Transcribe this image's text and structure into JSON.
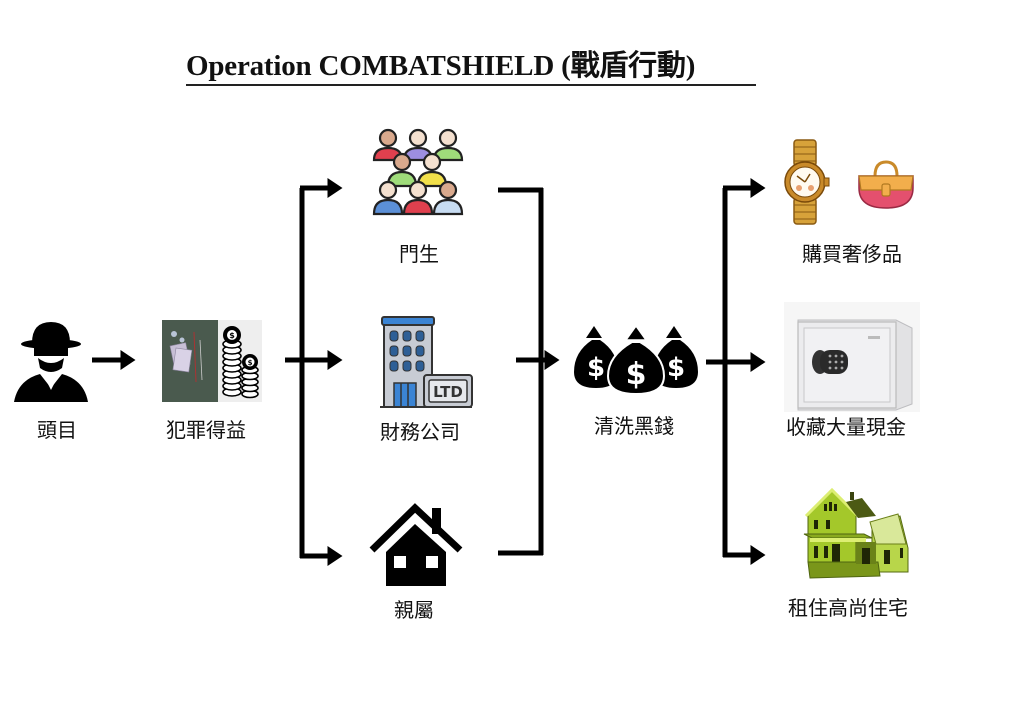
{
  "title": "Operation COMBATSHIELD (戰盾行動)",
  "nodes": {
    "boss": {
      "label": "頭目",
      "icon": "masked-criminal-icon"
    },
    "proceeds": {
      "label": "犯罪得益",
      "icon": "gambling-chips-icon"
    },
    "disciples": {
      "label": "門生",
      "icon": "group-of-people-icon"
    },
    "finance_company": {
      "label": "財務公司",
      "icon": "office-building-ltd-icon",
      "badge": "LTD"
    },
    "relatives": {
      "label": "親屬",
      "icon": "house-icon"
    },
    "laundering": {
      "label": "清洗黑錢",
      "icon": "money-bags-icon"
    },
    "luxury": {
      "label": "購買奢侈品",
      "icon": "watch-and-handbag-icon"
    },
    "cash": {
      "label": "收藏大量現金",
      "icon": "safe-icon"
    },
    "residence": {
      "label": "租住高尚住宅",
      "icon": "luxury-house-icon"
    }
  },
  "flow": [
    [
      "boss",
      "proceeds"
    ],
    [
      "proceeds",
      "disciples"
    ],
    [
      "proceeds",
      "finance_company"
    ],
    [
      "proceeds",
      "relatives"
    ],
    [
      "disciples",
      "laundering"
    ],
    [
      "finance_company",
      "laundering"
    ],
    [
      "relatives",
      "laundering"
    ],
    [
      "laundering",
      "luxury"
    ],
    [
      "laundering",
      "cash"
    ],
    [
      "laundering",
      "residence"
    ]
  ]
}
